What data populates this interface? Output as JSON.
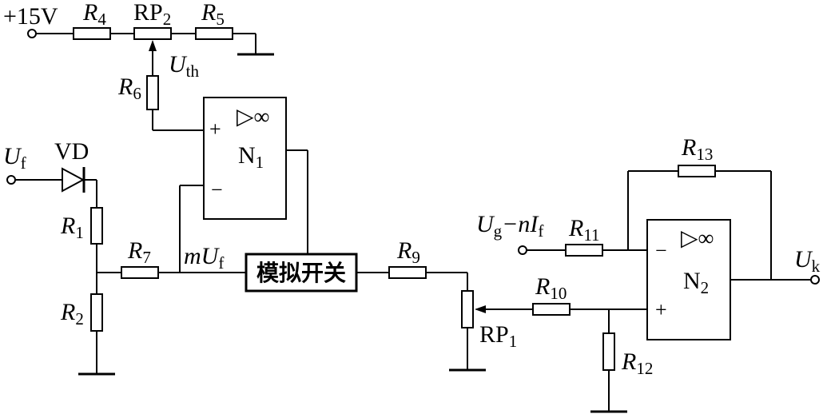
{
  "supply": {
    "label": "+15V"
  },
  "resistors": {
    "r1": {
      "main": "R",
      "sub": "1"
    },
    "r2": {
      "main": "R",
      "sub": "2"
    },
    "r4": {
      "main": "R",
      "sub": "4"
    },
    "r5": {
      "main": "R",
      "sub": "5"
    },
    "r6": {
      "main": "R",
      "sub": "6"
    },
    "r7": {
      "main": "R",
      "sub": "7"
    },
    "r9": {
      "main": "R",
      "sub": "9"
    },
    "r10": {
      "main": "R",
      "sub": "10"
    },
    "r11": {
      "main": "R",
      "sub": "11"
    },
    "r12": {
      "main": "R",
      "sub": "12"
    },
    "r13": {
      "main": "R",
      "sub": "13"
    }
  },
  "potentiometers": {
    "rp1": {
      "main": "RP",
      "sub": "1"
    },
    "rp2": {
      "main": "RP",
      "sub": "2"
    }
  },
  "diode": {
    "label": "VD"
  },
  "signals": {
    "uf": {
      "main": "U",
      "sub": "f"
    },
    "uth": {
      "main": "U",
      "sub": "th"
    },
    "muf": {
      "pre": "mU",
      "sub": "f"
    },
    "ug": {
      "main": "U",
      "sub": "g",
      "mid": "−nI",
      "sub2": "f"
    },
    "uk": {
      "main": "U",
      "sub": "k"
    }
  },
  "opamps": {
    "n1": {
      "main": "N",
      "sub": "1",
      "symbol": "▷∞",
      "plus": "+",
      "minus": "−"
    },
    "n2": {
      "main": "N",
      "sub": "2",
      "symbol": "▷∞",
      "plus": "+",
      "minus": "−"
    }
  },
  "switch": {
    "label": "模拟开关"
  }
}
